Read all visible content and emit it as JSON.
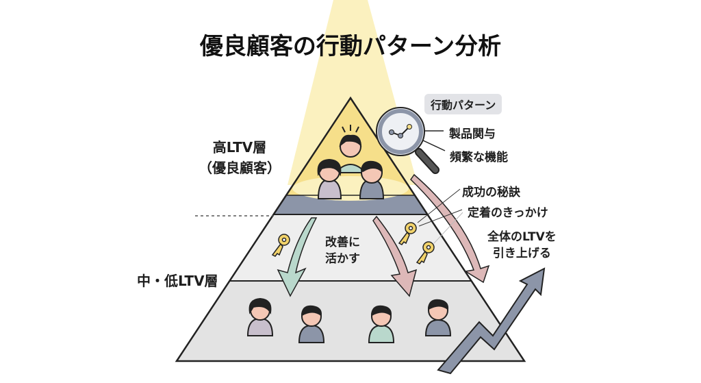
{
  "title": "優良顧客の行動パターン分析",
  "tiers": {
    "high_line1": "高LTV層",
    "high_line2": "（優良顧客）",
    "mid_low": "中・低LTV層"
  },
  "pattern_badge": "行動パターン",
  "pattern_items": [
    "製品関与",
    "頻繁な機能"
  ],
  "keys_labels": [
    "成功の秘訣",
    "定着のきっかけ"
  ],
  "improve": [
    "改善に",
    "活かす"
  ],
  "raise": [
    "全体のLTVを",
    "引き上げる"
  ],
  "colors": {
    "spotlight": "#fbf1bf",
    "apex": "#f6df8a",
    "band": "#8c95a8",
    "green_arrow": "#b9d8cc",
    "pink_arrow": "#ddb8b8",
    "key": "#f2d36b"
  }
}
